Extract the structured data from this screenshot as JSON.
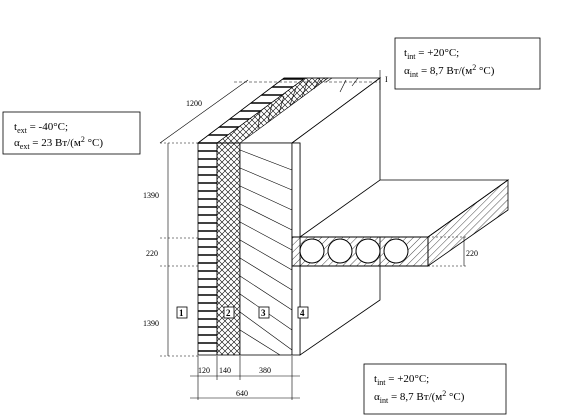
{
  "outer_conditions": {
    "temp_symbol": "t",
    "temp_subscript": "ext",
    "temp_value": " = -40",
    "temp_unit": "°C;",
    "alpha_symbol": "α",
    "alpha_subscript": "ext",
    "alpha_value": " = 23 Вт/(м",
    "alpha_exp": "2",
    "alpha_tail": " °C)"
  },
  "inner_conditions_top": {
    "temp_symbol": "t",
    "temp_subscript": "int",
    "temp_value": " = +20",
    "temp_unit": "°C;",
    "alpha_symbol": "α",
    "alpha_subscript": "int",
    "alpha_value": " = 8,7 Вт/(м",
    "alpha_exp": "2",
    "alpha_tail": " °C)"
  },
  "inner_conditions_bottom": {
    "temp_symbol": "t",
    "temp_subscript": "int",
    "temp_value": " = +20",
    "temp_unit": "°C;",
    "alpha_symbol": "α",
    "alpha_subscript": "int",
    "alpha_value": " = 8,7 Вт/(м",
    "alpha_exp": "2",
    "alpha_tail": " °C)"
  },
  "section_marker": "I",
  "dimensions": {
    "depth": "1200",
    "upper_height": "1390",
    "slab_zone": "220",
    "lower_height": "1390",
    "slab_thickness": "220",
    "brick_layer": "120",
    "insulation_layer": "140",
    "concrete_layer": "380",
    "total_thickness": "640"
  },
  "layer_numbers": [
    "1",
    "2",
    "3",
    "4"
  ]
}
